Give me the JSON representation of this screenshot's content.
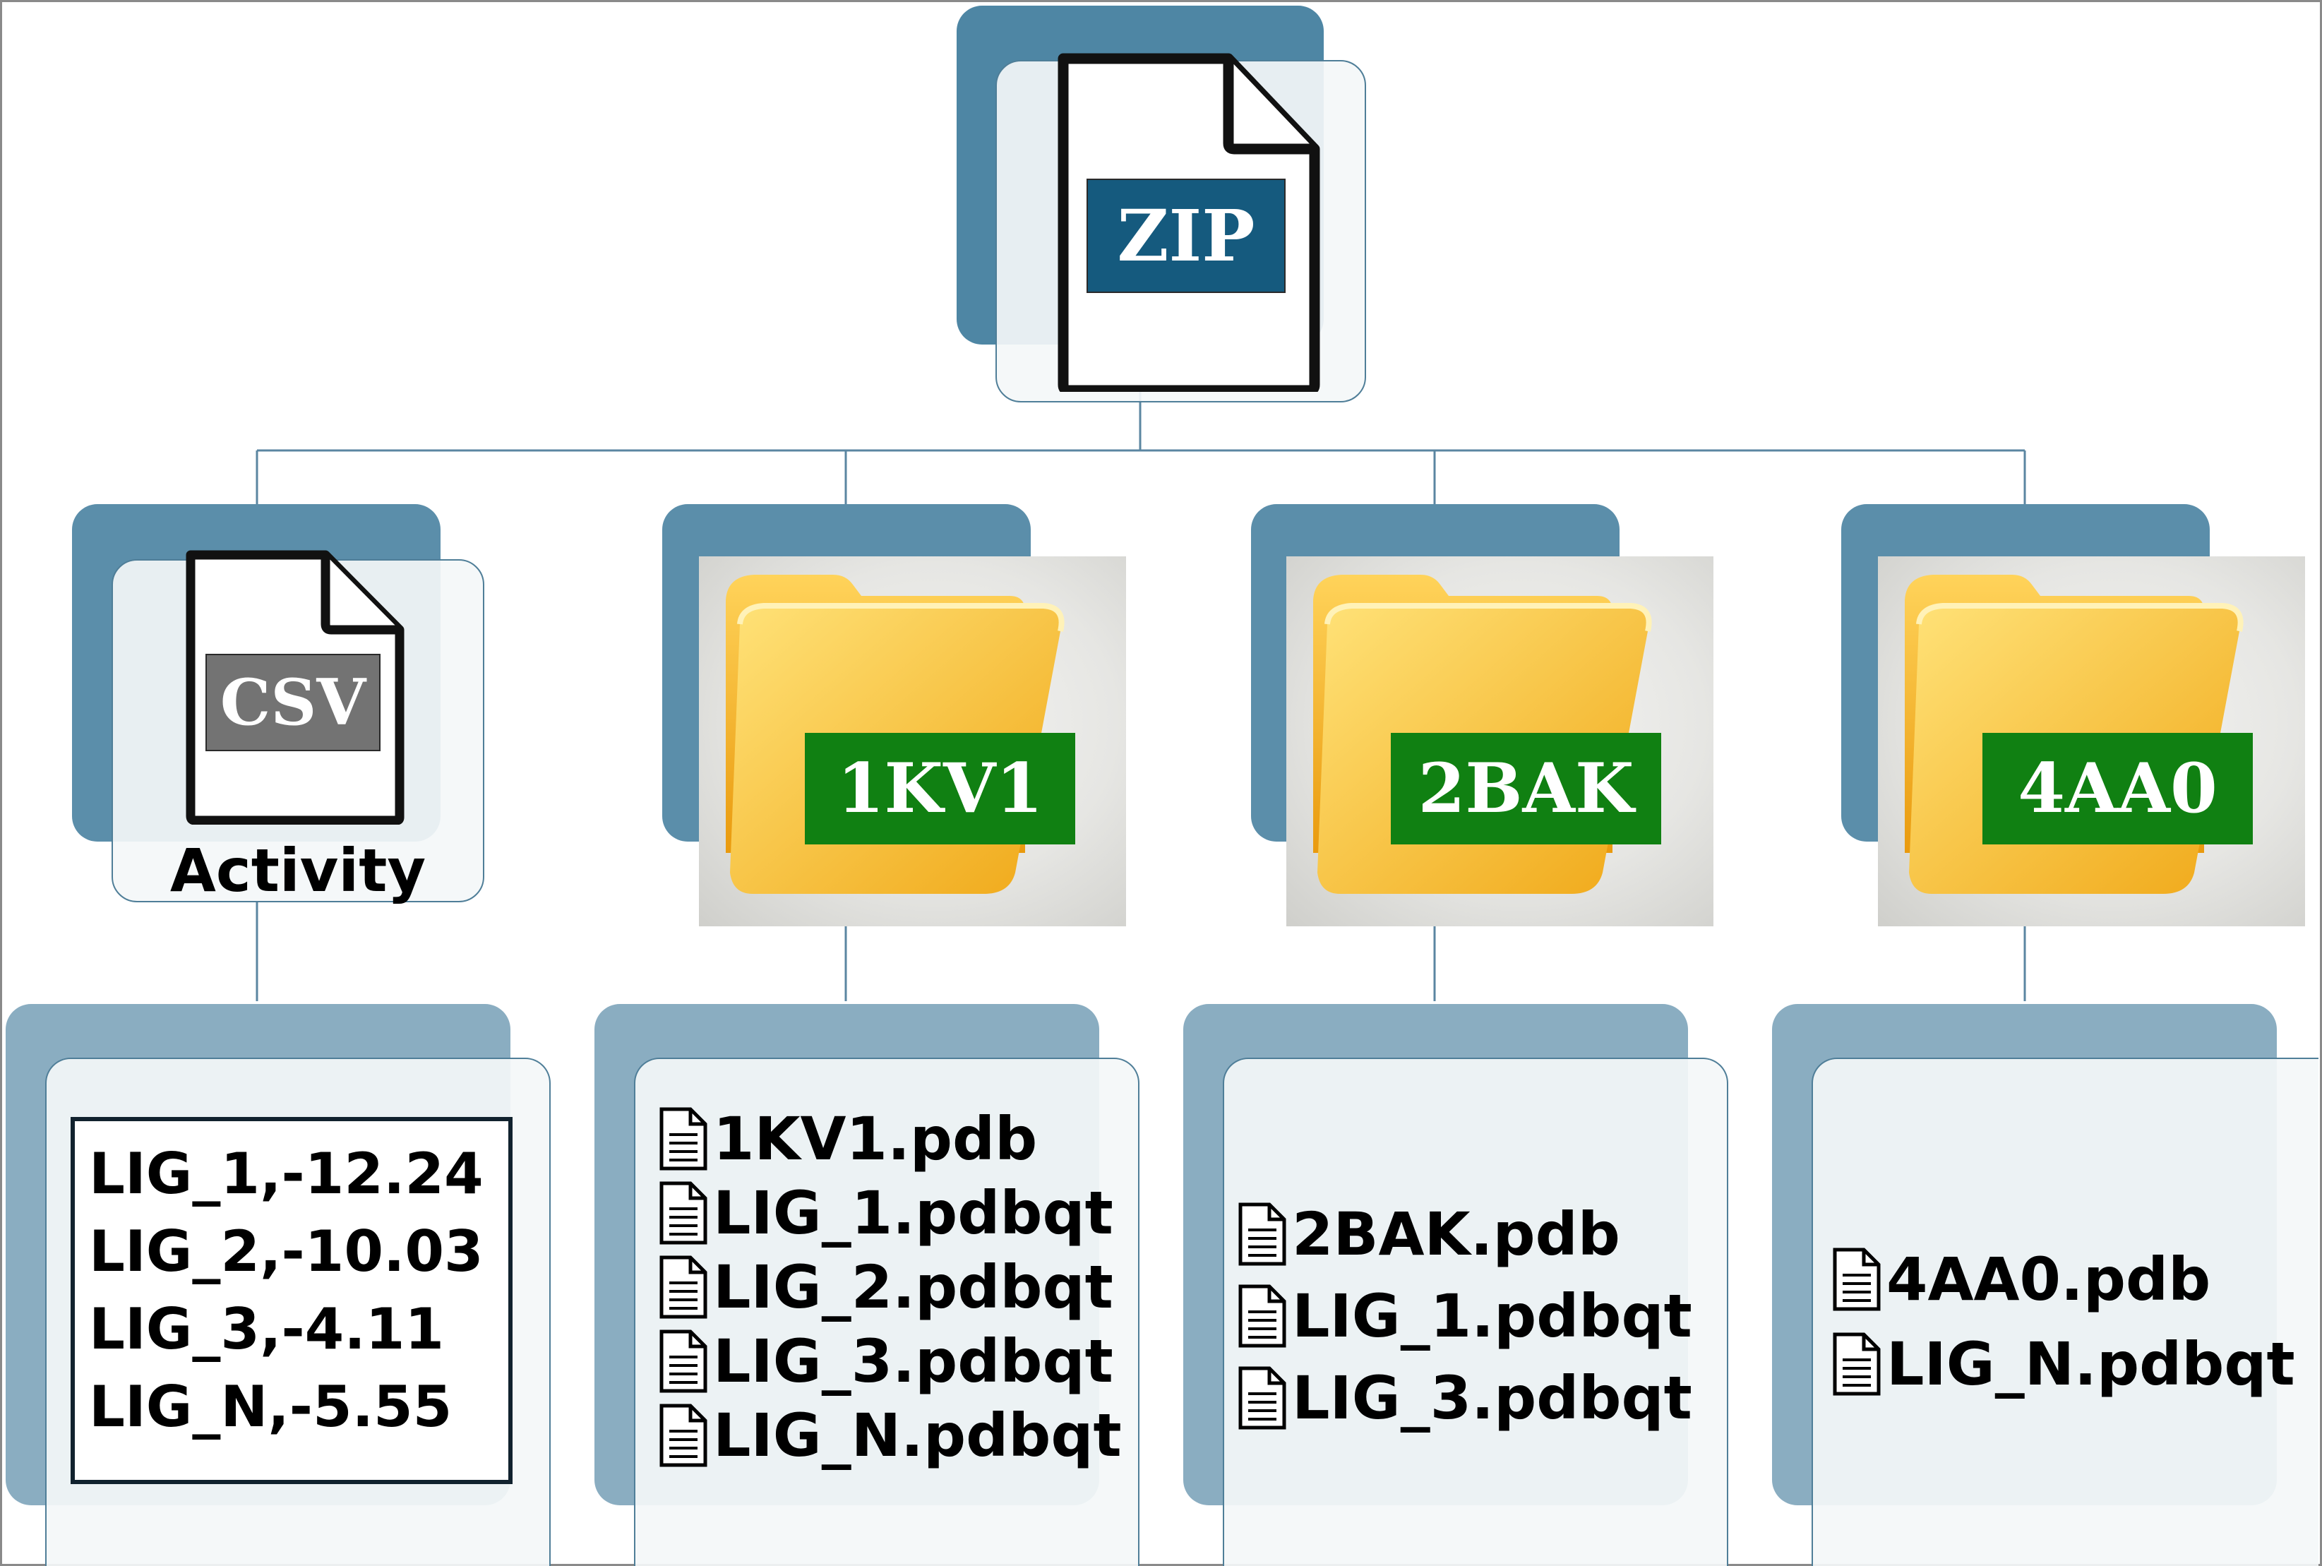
{
  "colors": {
    "zip_label_bg": "#155a7e",
    "csv_label_bg": "#737373",
    "folder_tag_bg": "#108012",
    "connector": "#5b86a1",
    "back_box_dark": "#4e86a4",
    "back_box_light": "#8aadc1",
    "folder_body": "#f5b31a"
  },
  "root": {
    "icon": "zip-file-icon",
    "label": "ZIP"
  },
  "csv_node": {
    "icon": "csv-file-icon",
    "label": "CSV",
    "caption": "Activity"
  },
  "folders": [
    {
      "icon": "folder-icon",
      "label": "1KV1"
    },
    {
      "icon": "folder-icon",
      "label": "2BAK"
    },
    {
      "icon": "folder-icon",
      "label": "4AA0"
    }
  ],
  "csv_rows": [
    "LIG_1,-12.24",
    "LIG_2,-10.03",
    "LIG_3,-4.11",
    "LIG_N,-5.55"
  ],
  "folder_contents": [
    {
      "files": [
        "1KV1.pdb",
        "LIG_1.pdbqt",
        "LIG_2.pdbqt",
        "LIG_3.pdbqt",
        "LIG_N.pdbqt"
      ]
    },
    {
      "files": [
        "2BAK.pdb",
        "LIG_1.pdbqt",
        "LIG_3.pdbqt"
      ]
    },
    {
      "files": [
        "4AA0.pdb",
        "LIG_N.pdbqt"
      ]
    }
  ]
}
